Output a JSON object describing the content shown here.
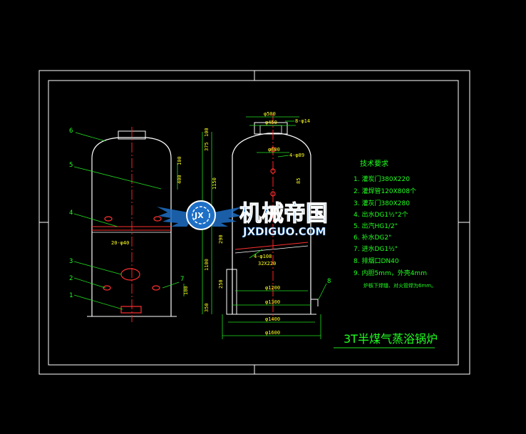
{
  "colors": {
    "background": "#000000",
    "frame": "#ffffff",
    "outline": "#ffffff",
    "center_line": "#ff2020",
    "dimension": "#20e020",
    "leader": "#20e020",
    "text_green": "#20ff20",
    "text_yellow": "#ffff20",
    "parts_red": "#ff3030",
    "watermark_blue": "#1e6fc6",
    "watermark_text": "#ffffff"
  },
  "left_view": {
    "callouts": [
      "6",
      "5",
      "4",
      "3",
      "2",
      "1",
      "7"
    ],
    "dims": [
      "400",
      "100",
      "20-φ40",
      "100"
    ]
  },
  "right_view": {
    "top_dims": [
      "φ500",
      "φ450",
      "8-φ14",
      "φ400",
      "4-φ89"
    ],
    "vertical_dims": [
      "375",
      "100",
      "1100",
      "350",
      "1150",
      "290",
      "250",
      "85"
    ],
    "annotations": [
      "4-φ108",
      "32X220"
    ],
    "bottom_dims": [
      "φ1200",
      "φ1300",
      "φ1400",
      "φ1600"
    ],
    "callout_8": "8"
  },
  "tech_requirements": {
    "title": "技术要求",
    "items": [
      "1. 灌炭门380X220",
      "2. 灌焊管120X808个",
      "3. 灌灰门380X280",
      "4. 出水DG1½\"2个",
      "5. 出汽HG1/2\"",
      "6. 补水DG2\"",
      "7. 进水DG1½\"",
      "8. 排烟口DN40",
      "9. 内胆5mm，外壳4mm"
    ],
    "note": "炉板下焊缝、对火管焊为6mm。"
  },
  "drawing_title": "3T半煤气蒸浴锅炉",
  "watermark": {
    "badge": "JX",
    "cn": "机械帝国",
    "en": "JXDIGUO.COM"
  }
}
